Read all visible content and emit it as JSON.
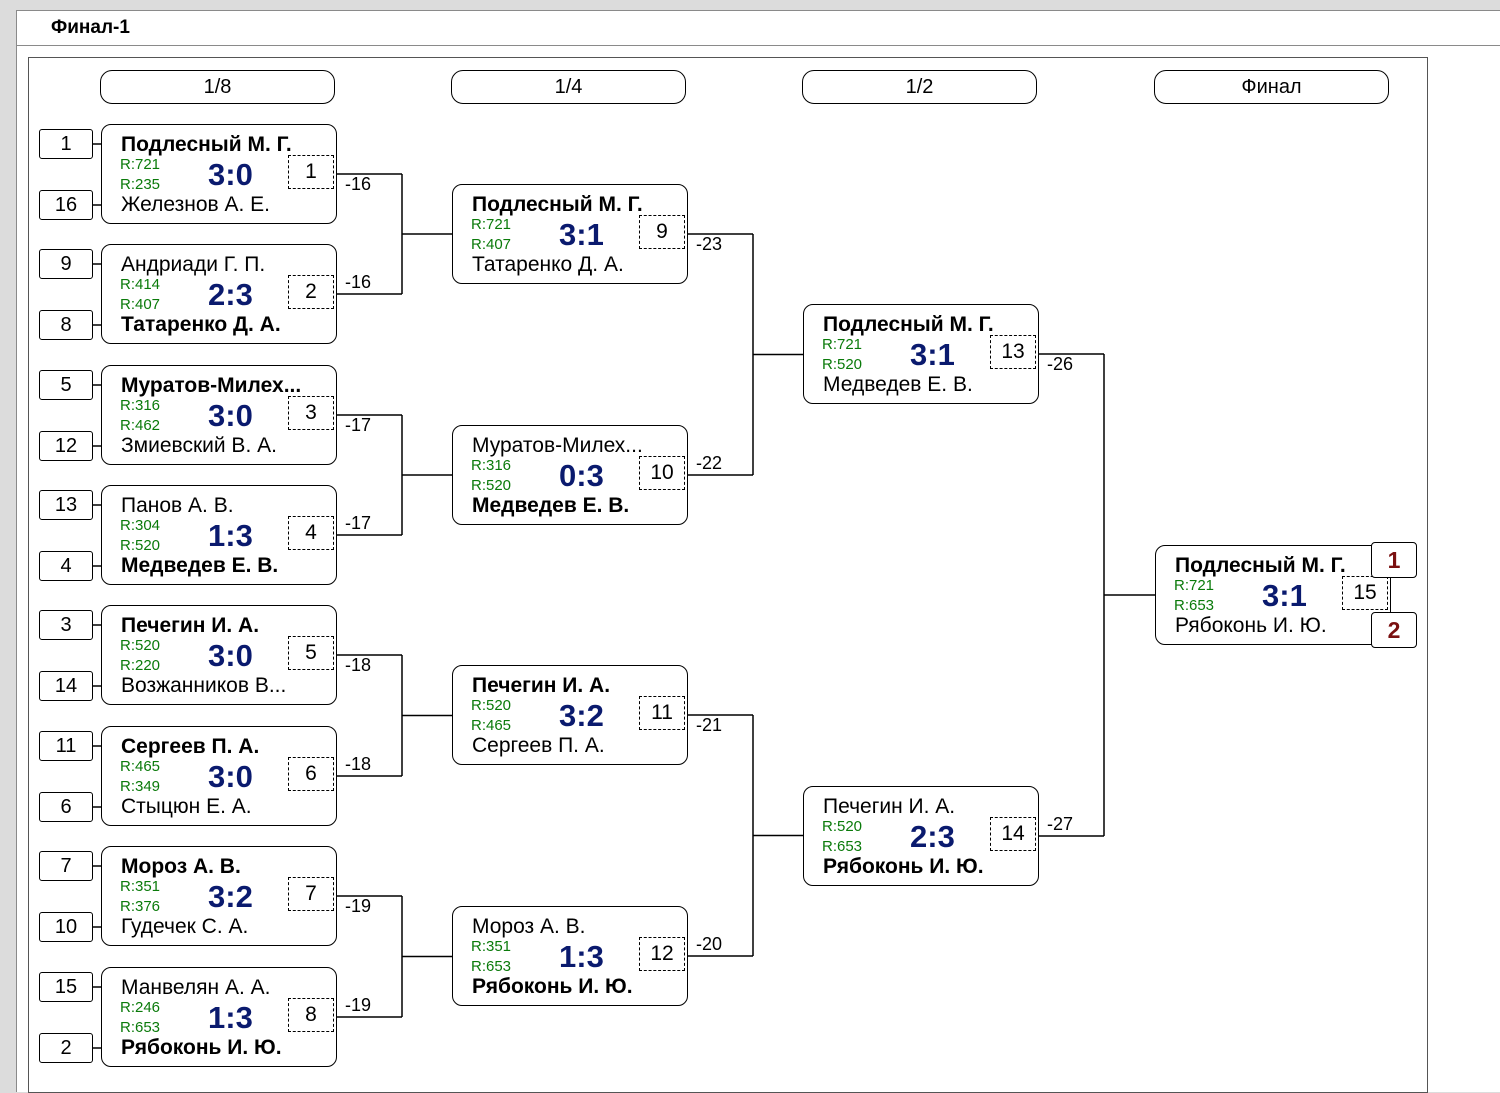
{
  "title": "Финал-1",
  "rounds": [
    "1/8",
    "1/4",
    "1/2",
    "Финал"
  ],
  "seeds": [
    "1",
    "16",
    "9",
    "8",
    "5",
    "12",
    "13",
    "4",
    "3",
    "14",
    "11",
    "6",
    "7",
    "10",
    "15",
    "2"
  ],
  "matches": [
    {
      "p1": "Подлесный М. Г.",
      "p2": "Железнов А. Е.",
      "r1": "R:721",
      "r2": "R:235",
      "score": "3:0",
      "num": "1",
      "loser": "-16",
      "win": 1
    },
    {
      "p1": "Андриади Г. П.",
      "p2": "Татаренко Д. А.",
      "r1": "R:414",
      "r2": "R:407",
      "score": "2:3",
      "num": "2",
      "loser": "-16",
      "win": 2
    },
    {
      "p1": "Муратов-Милех...",
      "p2": "Змиевский В. А.",
      "r1": "R:316",
      "r2": "R:462",
      "score": "3:0",
      "num": "3",
      "loser": "-17",
      "win": 1
    },
    {
      "p1": "Панов А. В.",
      "p2": "Медведев Е. В.",
      "r1": "R:304",
      "r2": "R:520",
      "score": "1:3",
      "num": "4",
      "loser": "-17",
      "win": 2
    },
    {
      "p1": "Печегин И. А.",
      "p2": "Возжанников В...",
      "r1": "R:520",
      "r2": "R:220",
      "score": "3:0",
      "num": "5",
      "loser": "-18",
      "win": 1
    },
    {
      "p1": "Сергеев П. А.",
      "p2": "Стыцюн Е. А.",
      "r1": "R:465",
      "r2": "R:349",
      "score": "3:0",
      "num": "6",
      "loser": "-18",
      "win": 1
    },
    {
      "p1": "Мороз А. В.",
      "p2": "Гудечек С. А.",
      "r1": "R:351",
      "r2": "R:376",
      "score": "3:2",
      "num": "7",
      "loser": "-19",
      "win": 1
    },
    {
      "p1": "Манвелян А. А.",
      "p2": "Рябоконь И. Ю.",
      "r1": "R:246",
      "r2": "R:653",
      "score": "1:3",
      "num": "8",
      "loser": "-19",
      "win": 2
    },
    {
      "p1": "Подлесный М. Г.",
      "p2": "Татаренко Д. А.",
      "r1": "R:721",
      "r2": "R:407",
      "score": "3:1",
      "num": "9",
      "loser": "-23",
      "win": 1
    },
    {
      "p1": "Муратов-Милех...",
      "p2": "Медведев Е. В.",
      "r1": "R:316",
      "r2": "R:520",
      "score": "0:3",
      "num": "10",
      "loser": "-22",
      "win": 2
    },
    {
      "p1": "Печегин И. А.",
      "p2": "Сергеев П. А.",
      "r1": "R:520",
      "r2": "R:465",
      "score": "3:2",
      "num": "11",
      "loser": "-21",
      "win": 1
    },
    {
      "p1": "Мороз А. В.",
      "p2": "Рябоконь И. Ю.",
      "r1": "R:351",
      "r2": "R:653",
      "score": "1:3",
      "num": "12",
      "loser": "-20",
      "win": 2
    },
    {
      "p1": "Подлесный М. Г.",
      "p2": "Медведев Е. В.",
      "r1": "R:721",
      "r2": "R:520",
      "score": "3:1",
      "num": "13",
      "loser": "-26",
      "win": 1
    },
    {
      "p1": "Печегин И. А.",
      "p2": "Рябоконь И. Ю.",
      "r1": "R:520",
      "r2": "R:653",
      "score": "2:3",
      "num": "14",
      "loser": "-27",
      "win": 2
    },
    {
      "p1": "Подлесный М. Г.",
      "p2": "Рябоконь И. Ю.",
      "r1": "R:721",
      "r2": "R:653",
      "score": "3:1",
      "num": "15",
      "loser": "",
      "win": 1
    }
  ],
  "places": [
    "1",
    "2"
  ],
  "colors": {
    "score": "#0a1a6e",
    "rating": "#0a7a0a",
    "place": "#7a1010"
  }
}
